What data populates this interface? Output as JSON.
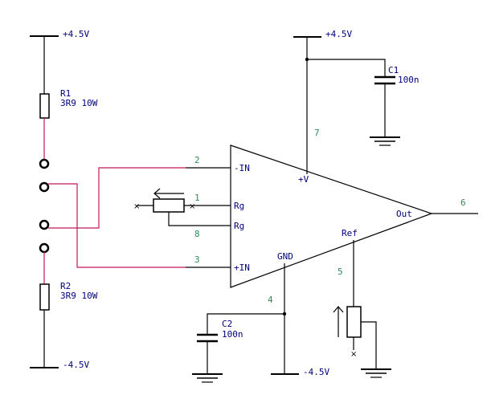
{
  "supplies": {
    "left_pos": "+4.5V",
    "left_neg": "-4.5V",
    "top_pos": "+4.5V",
    "bottom_neg": "-4.5V"
  },
  "components": {
    "r1": {
      "ref": "R1",
      "value": "3R9 10W"
    },
    "r2": {
      "ref": "R2",
      "value": "3R9 10W"
    },
    "c1": {
      "ref": "C1",
      "value": "100n"
    },
    "c2": {
      "ref": "C2",
      "value": "100n"
    }
  },
  "amp": {
    "in_neg": "-IN",
    "in_pos": "+IN",
    "rg1": "Rg",
    "rg2": "Rg",
    "vplus": "+V",
    "gnd": "GND",
    "ref": "Ref",
    "out": "Out"
  },
  "pins": {
    "in_neg": "2",
    "rg1": "1",
    "rg2": "8",
    "in_pos": "3",
    "vplus": "7",
    "gnd": "4",
    "ref": "5",
    "out": "6"
  },
  "colors": {
    "wire": "#000000",
    "input_wire": "#c2185b",
    "label": "#000080",
    "pin_number": "#2e8b57"
  }
}
